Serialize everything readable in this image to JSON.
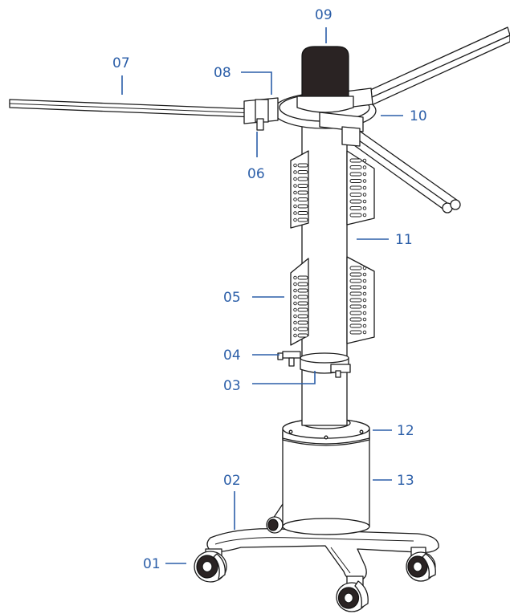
{
  "diagram": {
    "accent": "#2b5ea8",
    "labels": [
      {
        "id": "01",
        "text": "01"
      },
      {
        "id": "02",
        "text": "02"
      },
      {
        "id": "03",
        "text": "03"
      },
      {
        "id": "04",
        "text": "04"
      },
      {
        "id": "05",
        "text": "05"
      },
      {
        "id": "06",
        "text": "06"
      },
      {
        "id": "07",
        "text": "07"
      },
      {
        "id": "08",
        "text": "08"
      },
      {
        "id": "09",
        "text": "09"
      },
      {
        "id": "10",
        "text": "10"
      },
      {
        "id": "11",
        "text": "11"
      },
      {
        "id": "12",
        "text": "12"
      },
      {
        "id": "13",
        "text": "13"
      }
    ]
  }
}
